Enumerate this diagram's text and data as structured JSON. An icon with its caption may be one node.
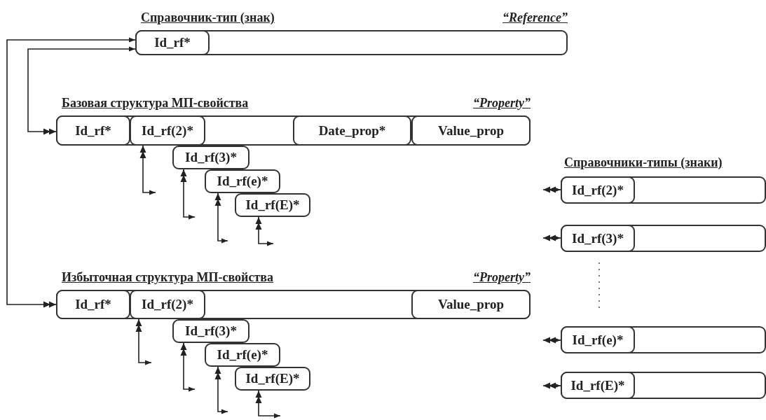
{
  "diagram": {
    "nodes": [
      {
        "text": [
          "Справочник-тип (знак)",
          "“Reference”"
        ]
      },
      {
        "text": [
          "Id_rf*"
        ],
        "in": 0
      },
      {
        "text": [
          "Базовая структура МП-свойства",
          "“Property”"
        ]
      },
      {
        "text": [
          "Id_rf*"
        ],
        "in": 2
      },
      {
        "text": [
          "Id_rf(2)*"
        ],
        "in": 2
      },
      {
        "text": [
          "Id_rf(3)*"
        ]
      },
      {
        "text": [
          "Id_rf(e)*"
        ]
      },
      {
        "text": [
          "Id_rf(E)*"
        ]
      },
      {
        "text": [
          "Date_prop*"
        ],
        "in": 2
      },
      {
        "text": [
          "Value_prop"
        ],
        "in": 2
      },
      {
        "text": [
          "Избыточная структура МП-свойства",
          "“Property”"
        ]
      },
      {
        "text": [
          "Id_rf*"
        ],
        "in": 10
      },
      {
        "text": [
          "Id_rf(2)*"
        ],
        "in": 10
      },
      {
        "text": [
          "Id_rf(3)*"
        ]
      },
      {
        "text": [
          "Id_rf(e)*"
        ]
      },
      {
        "text": [
          "Id_rf(E)*"
        ]
      },
      {
        "text": [
          "Value_prop"
        ],
        "in": 10
      },
      {
        "text": [],
        "shape": "box"
      },
      {
        "text": [
          "Id_rf(2)*"
        ],
        "in": 17
      },
      {
        "text": [],
        "shape": "box"
      },
      {
        "text": [
          "Id_rf(3)*"
        ],
        "in": 19
      },
      {
        "text": [],
        "shape": "box"
      },
      {
        "text": [
          "Id_rf(e)*"
        ],
        "in": 21
      },
      {
        "text": [],
        "shape": "box"
      },
      {
        "text": [
          "Id_rf(E)*"
        ],
        "in": 23
      }
    ],
    "edges": [
      {
        "from": 1,
        "to": 3,
        "arrow": "both"
      },
      {
        "from": 1,
        "to": 11,
        "arrow": "both"
      },
      {
        "from": null,
        "to": 4,
        "arrow": "both"
      },
      {
        "from": null,
        "to": 5,
        "arrow": "both"
      },
      {
        "from": null,
        "to": 6,
        "arrow": "both"
      },
      {
        "from": null,
        "to": 7,
        "arrow": "both"
      },
      {
        "from": null,
        "to": 12,
        "arrow": "both"
      },
      {
        "from": null,
        "to": 13,
        "arrow": "both"
      },
      {
        "from": null,
        "to": 14,
        "arrow": "both"
      },
      {
        "from": null,
        "to": 15,
        "arrow": "both"
      },
      {
        "from": 18,
        "to": null,
        "arrow": "both"
      },
      {
        "from": 20,
        "to": null,
        "arrow": "both"
      },
      {
        "from": 22,
        "to": null,
        "arrow": "both"
      },
      {
        "from": 24,
        "to": null,
        "arrow": "both"
      }
    ],
    "labels": [
      "Справочники-типы (знаки)"
    ]
  }
}
